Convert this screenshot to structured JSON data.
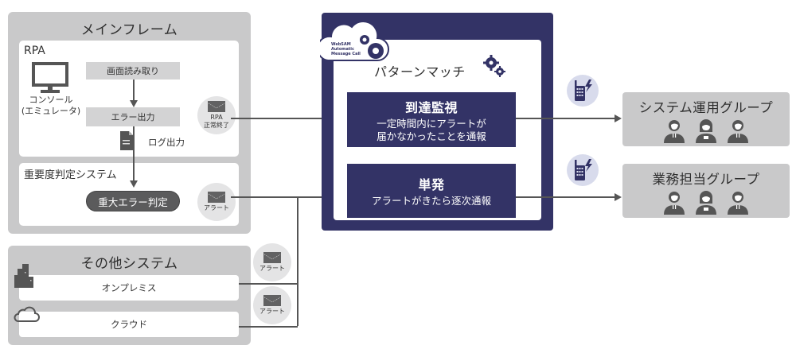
{
  "mainframe": {
    "title": "メインフレーム",
    "rpa": {
      "label": "RPA",
      "console_label_line1": "コンソール",
      "console_label_line2": "(エミュレータ)",
      "step1": "画面読み取り",
      "step2": "エラー出力",
      "log_label": "ログ出力",
      "mail_label_line1": "RPA",
      "mail_label_line2": "正常終了"
    },
    "severity": {
      "label": "重要度判定システム",
      "judge": "重大エラー判定",
      "mail_label": "アラート"
    }
  },
  "other_systems": {
    "title": "その他システム",
    "items": [
      {
        "label": "オンプレミス",
        "icon": "building-icon",
        "mail_label": "アラート"
      },
      {
        "label": "クラウド",
        "icon": "cloud-icon",
        "mail_label": "アラート"
      }
    ]
  },
  "center": {
    "logo_text_lines": [
      "WebSAM",
      "Automatic",
      "Message Call"
    ],
    "title": "パターンマッチ",
    "boxes": [
      {
        "heading": "到達監視",
        "line1": "一定時間内にアラートが",
        "line2": "届かなかったことを通報"
      },
      {
        "heading": "単発",
        "line1": "アラートがきたら逐次通報",
        "line2": ""
      }
    ]
  },
  "groups": [
    {
      "title": "システム運用グループ",
      "members": [
        "male",
        "female",
        "male"
      ]
    },
    {
      "title": "業務担当グループ",
      "members": [
        "male",
        "female",
        "male"
      ]
    }
  ],
  "colors": {
    "navy": "#333366",
    "panel_gray": "#c9c9ca",
    "phone_bg": "#d8dbec"
  }
}
